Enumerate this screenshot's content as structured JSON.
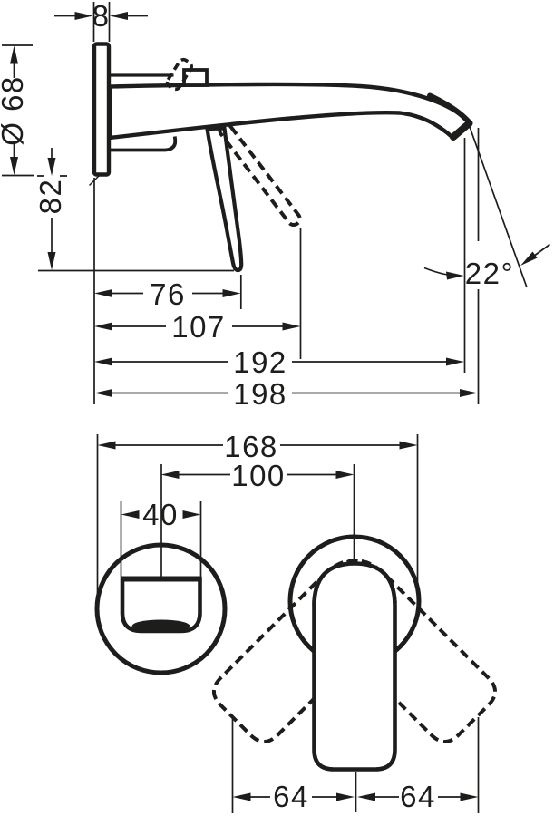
{
  "drawing": {
    "type": "technical-dimension-drawing",
    "subject": "wall-mounted-single-lever-basin-mixer",
    "colors": {
      "ink": "#1d1d1b",
      "paper": "#ffffff"
    },
    "side_view": {
      "dims": {
        "plate_thickness": "8",
        "plate_diameter": "Ø 68",
        "height_below_plate": "82",
        "handle_reach_closed": "76",
        "handle_reach_open": "107",
        "spout_reach_inner": "192",
        "spout_reach_total": "198",
        "outlet_angle": "22°"
      }
    },
    "bottom_view": {
      "dims": {
        "overall_width": "168",
        "centres_distance": "100",
        "spout_width": "40",
        "handle_swing_left": "64",
        "handle_swing_right": "64"
      }
    }
  }
}
